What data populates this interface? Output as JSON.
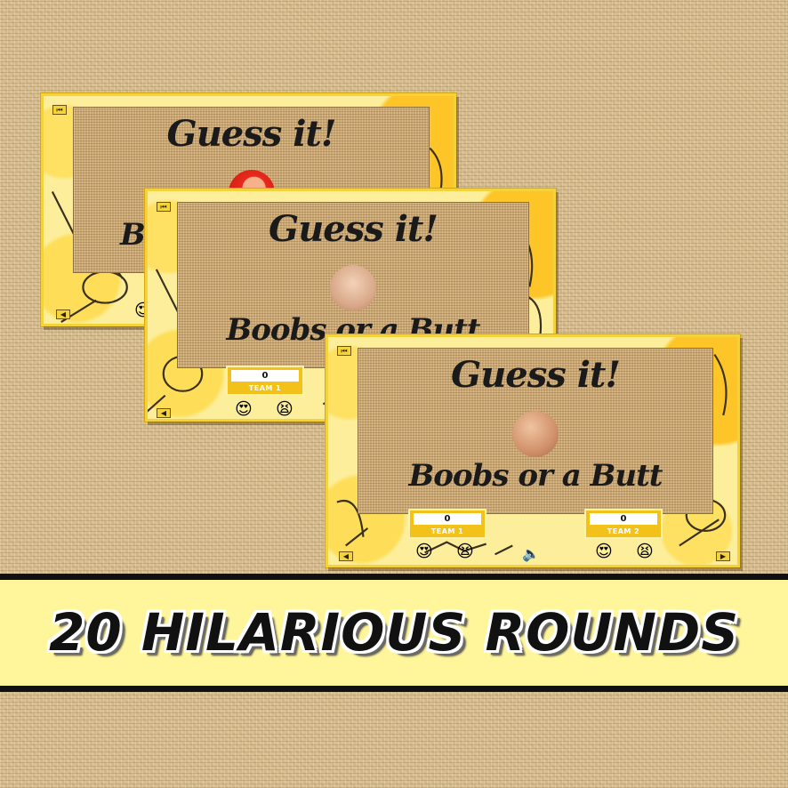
{
  "slides": [
    {
      "title": "Guess it!",
      "subtitle": "B",
      "team1_score": "",
      "team1_label": "",
      "team2_score": "",
      "team2_label": ""
    },
    {
      "title": "Guess it!",
      "subtitle": "Boobs or a Butt",
      "team1_score": "0",
      "team1_label": "TEAM 1",
      "team2_score": "",
      "team2_label": ""
    },
    {
      "title": "Guess it!",
      "subtitle": "Boobs or a Butt",
      "team1_score": "0",
      "team1_label": "TEAM 1",
      "team2_score": "0",
      "team2_label": "TEAM 2"
    }
  ],
  "banner": {
    "text": "20 HILARIOUS ROUNDS"
  },
  "icons": {
    "prev": "previous-icon",
    "back": "back-arrow-icon",
    "next": "next-arrow-icon",
    "sound": "speaker-icon",
    "emoji_love": "heart-eyes-emoji-icon",
    "emoji_sad": "tired-face-emoji-icon"
  },
  "colors": {
    "slide_bg": "#fcee9a",
    "accent": "#f2c21b",
    "banner_bg": "#fff59a",
    "burlap": "#d8bd8e"
  }
}
